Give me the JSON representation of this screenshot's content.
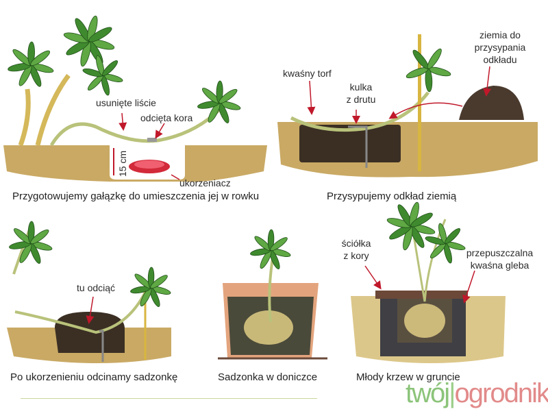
{
  "panels": [
    {
      "caption": "Przygotowujemy gałązkę do umieszczenia jej w rowku",
      "labels": {
        "removed_leaves": "usunięte liście",
        "cut_bark": "odcięta kora",
        "depth": "15 cm",
        "rooting_agent": "ukorzeniacz"
      }
    },
    {
      "caption": "Przysypujemy odkład ziemią",
      "labels": {
        "acid_peat": "kwaśny torf",
        "wire_line1": "kulka",
        "wire_line2": "z drutu",
        "soil_line1": "ziemia do",
        "soil_line2": "przysypania",
        "soil_line3": "odkładu"
      }
    },
    {
      "caption": "Po ukorzenieniu odcinamy sadzonkę",
      "labels": {
        "cut_here": "tu odciąć"
      }
    },
    {
      "caption": "Sadzonka w doniczce"
    },
    {
      "caption": "Młody krzew w gruncie",
      "labels": {
        "mulch_line1": "ściółka",
        "mulch_line2": "z kory",
        "soil_line1": "przepuszczalna",
        "soil_line2": "kwaśna gleba"
      }
    }
  ],
  "logo": {
    "part1": "twój",
    "part2": "ogrodnik"
  },
  "colors": {
    "leaf": "#3f8a2e",
    "soil": "#c9a964",
    "dark_soil": "#3b2f24",
    "arrow": "#c0182a",
    "pot": "#e3a47d"
  }
}
